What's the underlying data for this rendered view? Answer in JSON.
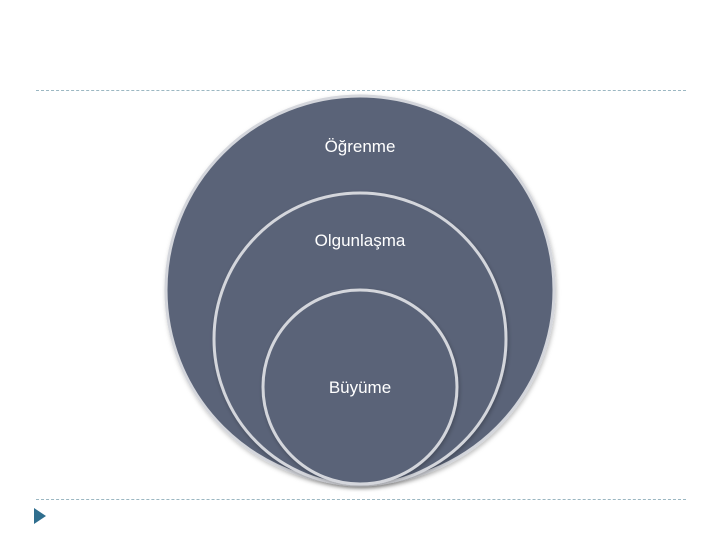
{
  "diagram": {
    "outer_label": "Öğrenme",
    "middle_label": "Olgunlaşma",
    "inner_label": "Büyüme"
  },
  "colors": {
    "circle_fill": "#5a6478",
    "circle_stroke": "#d4d6dc",
    "divider": "#9bb7c2",
    "nav_arrow": "#2f6e8e"
  },
  "icons": {
    "nav": "triangle-right-icon"
  }
}
